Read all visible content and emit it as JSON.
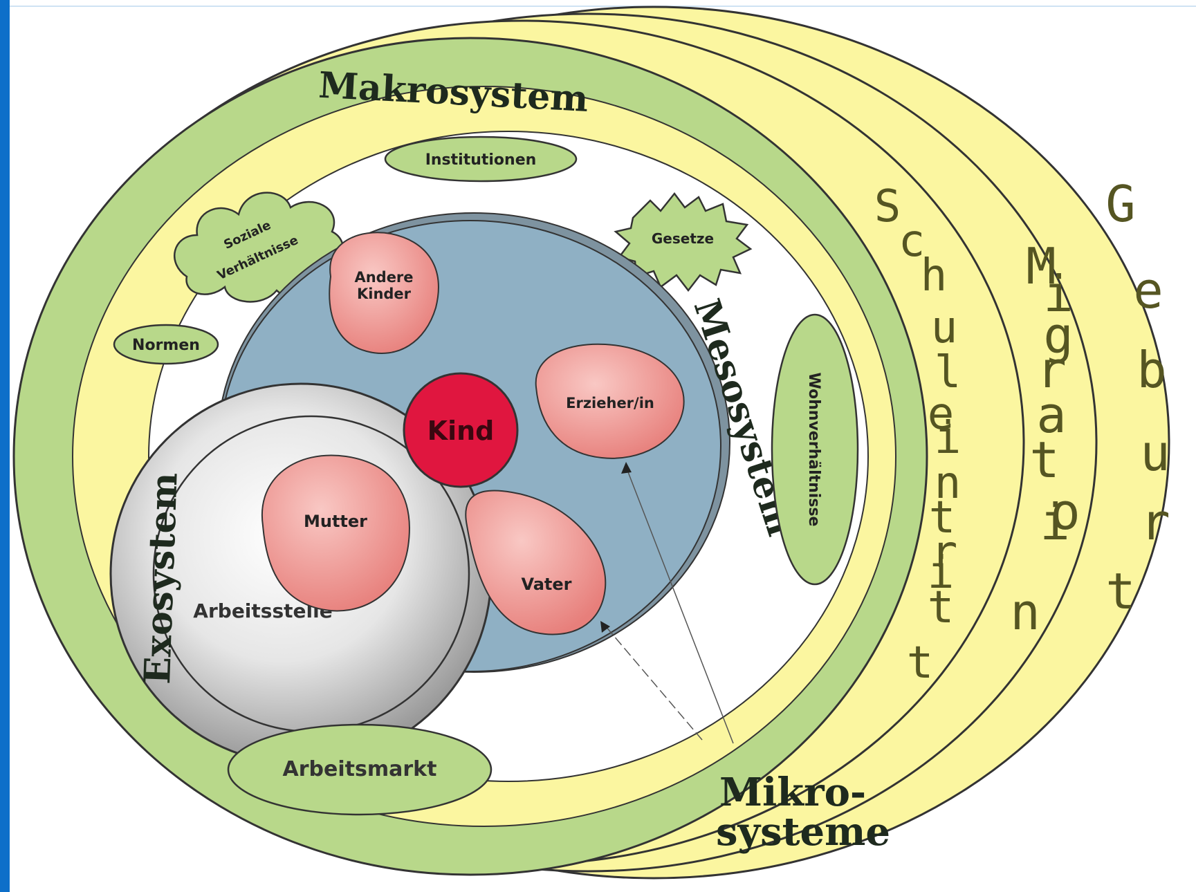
{
  "diagram": {
    "labels": {
      "makrosystem": "Makrosystem",
      "mesosystem": "Mesosystem",
      "exosystem": "Exosystem",
      "mikro_line1": "Mikro-",
      "mikro_line2": "systeme"
    },
    "nodes": {
      "institutionen": "Institutionen",
      "soziale_line1": "Soziale",
      "soziale_line2": "Verhältnisse",
      "normen": "Normen",
      "gesetze": "Gesetze",
      "andere_line1": "Andere",
      "andere_line2": "Kinder",
      "kind": "Kind",
      "erzieher": "Erzieher/in",
      "mutter": "Mutter",
      "vater": "Vater",
      "arbeitsstelle": "Arbeitsstelle",
      "arbeitsmarkt": "Arbeitsmarkt",
      "wohnverhaeltnisse": "Wohnverhältnisse"
    },
    "chrono": {
      "schuleintritt": [
        "S",
        "c",
        "h",
        "u",
        "l",
        "e",
        "i",
        "n",
        "t",
        "r",
        "i",
        "t",
        "t"
      ],
      "migration": [
        "M",
        "i",
        "g",
        "r",
        "a",
        "t",
        "i",
        "o",
        "n"
      ],
      "geburt": [
        "G",
        "e",
        "b",
        "u",
        "r",
        "t"
      ]
    },
    "colors": {
      "macro_green": "#b8d88a",
      "chrono_yellow": "#fbf6a0",
      "meso_blue": "#8fb0c4",
      "micro_pink": "#ee8f8c",
      "kind_red": "#e0163f",
      "exo_gray": "#d6d6d6",
      "edge": "#333333"
    }
  }
}
